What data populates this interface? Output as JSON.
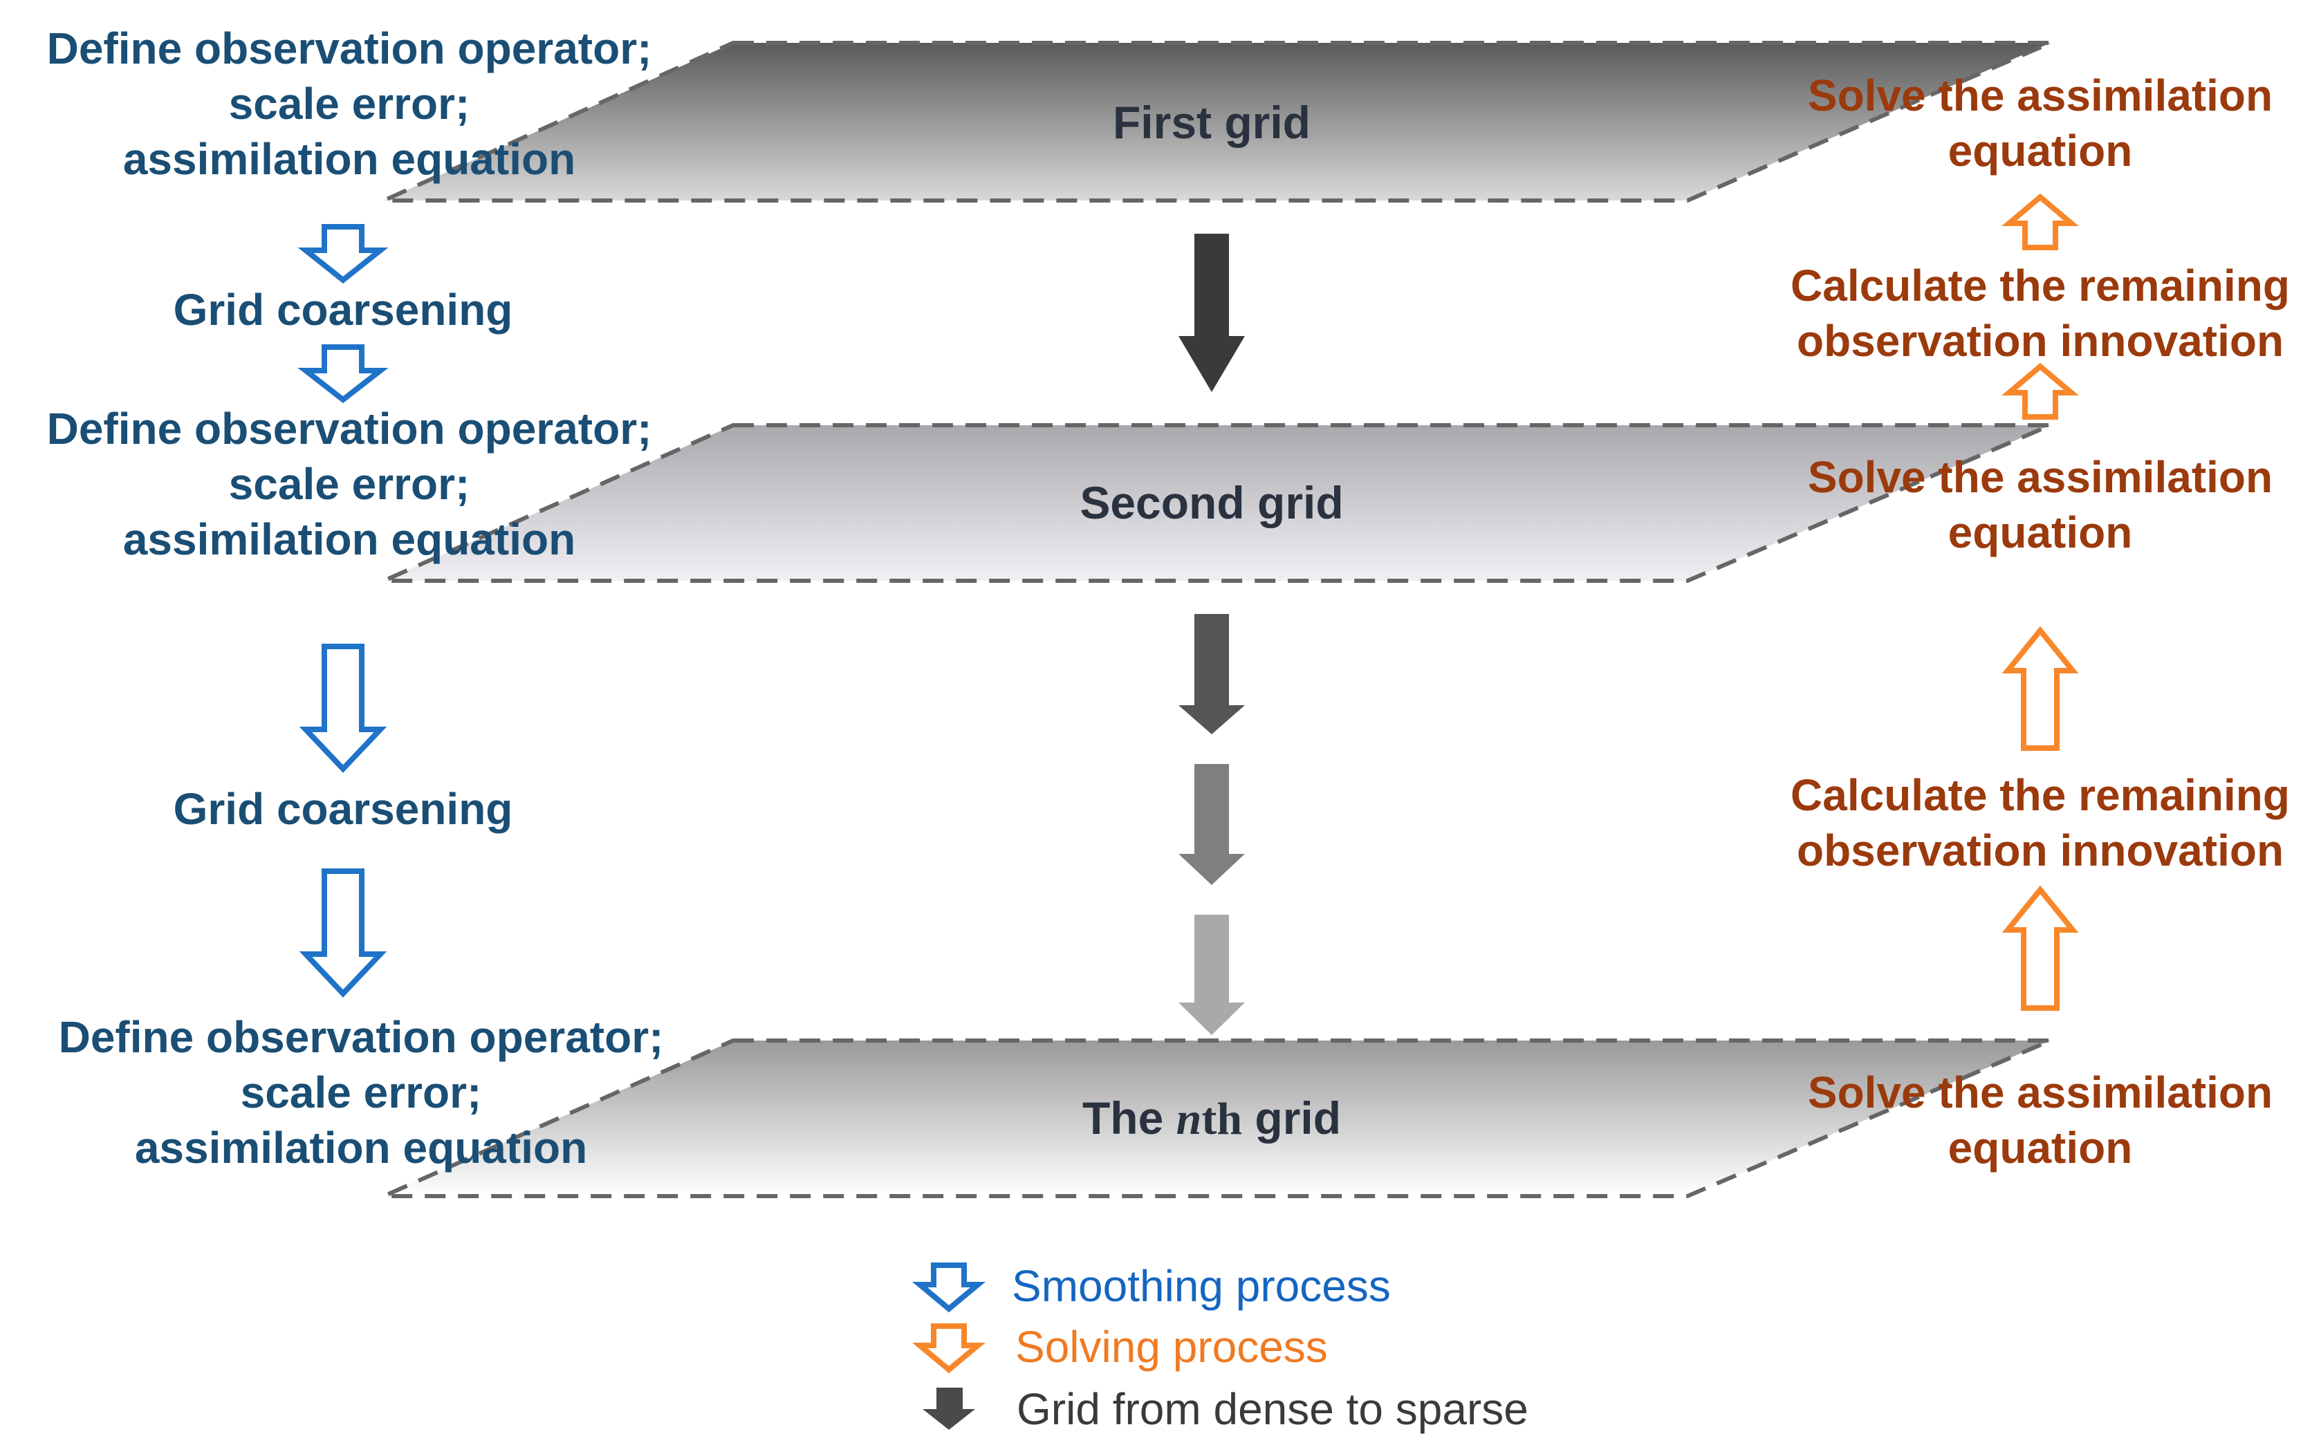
{
  "grids": [
    {
      "prefix": "First grid",
      "suffix": ""
    },
    {
      "prefix": "Second grid",
      "suffix": ""
    },
    {
      "prefix": "The ",
      "italic": "n",
      "sup": "th",
      "suffix": " grid"
    }
  ],
  "left_steps": {
    "define_lines": [
      "Define observation operator;",
      "scale error;",
      "assimilation equation"
    ],
    "coarsening": "Grid coarsening"
  },
  "right_steps": {
    "solve_lines": [
      "Solve the assimilation",
      "equation"
    ],
    "calc_lines": [
      "Calculate the remaining",
      "observation innovation"
    ]
  },
  "legend": [
    {
      "label": "Smoothing process",
      "color": "#1565c0",
      "icon": "hollow-down-arrow-blue"
    },
    {
      "label": "Solving process",
      "color": "#f07a22",
      "icon": "hollow-down-arrow-orange"
    },
    {
      "label": "Grid from dense to sparse",
      "color": "#3a3a3a",
      "icon": "solid-down-arrow-dark"
    }
  ],
  "colors": {
    "smoothing_arrow": "#1f73c8",
    "solving_arrow": "#f8872a",
    "left_text": "#1a4e75",
    "right_text": "#9b3a0c",
    "dense_to_sparse_arrows": [
      "#3a3a3a",
      "#555555",
      "#7f7f7f",
      "#a9a9a9"
    ]
  }
}
